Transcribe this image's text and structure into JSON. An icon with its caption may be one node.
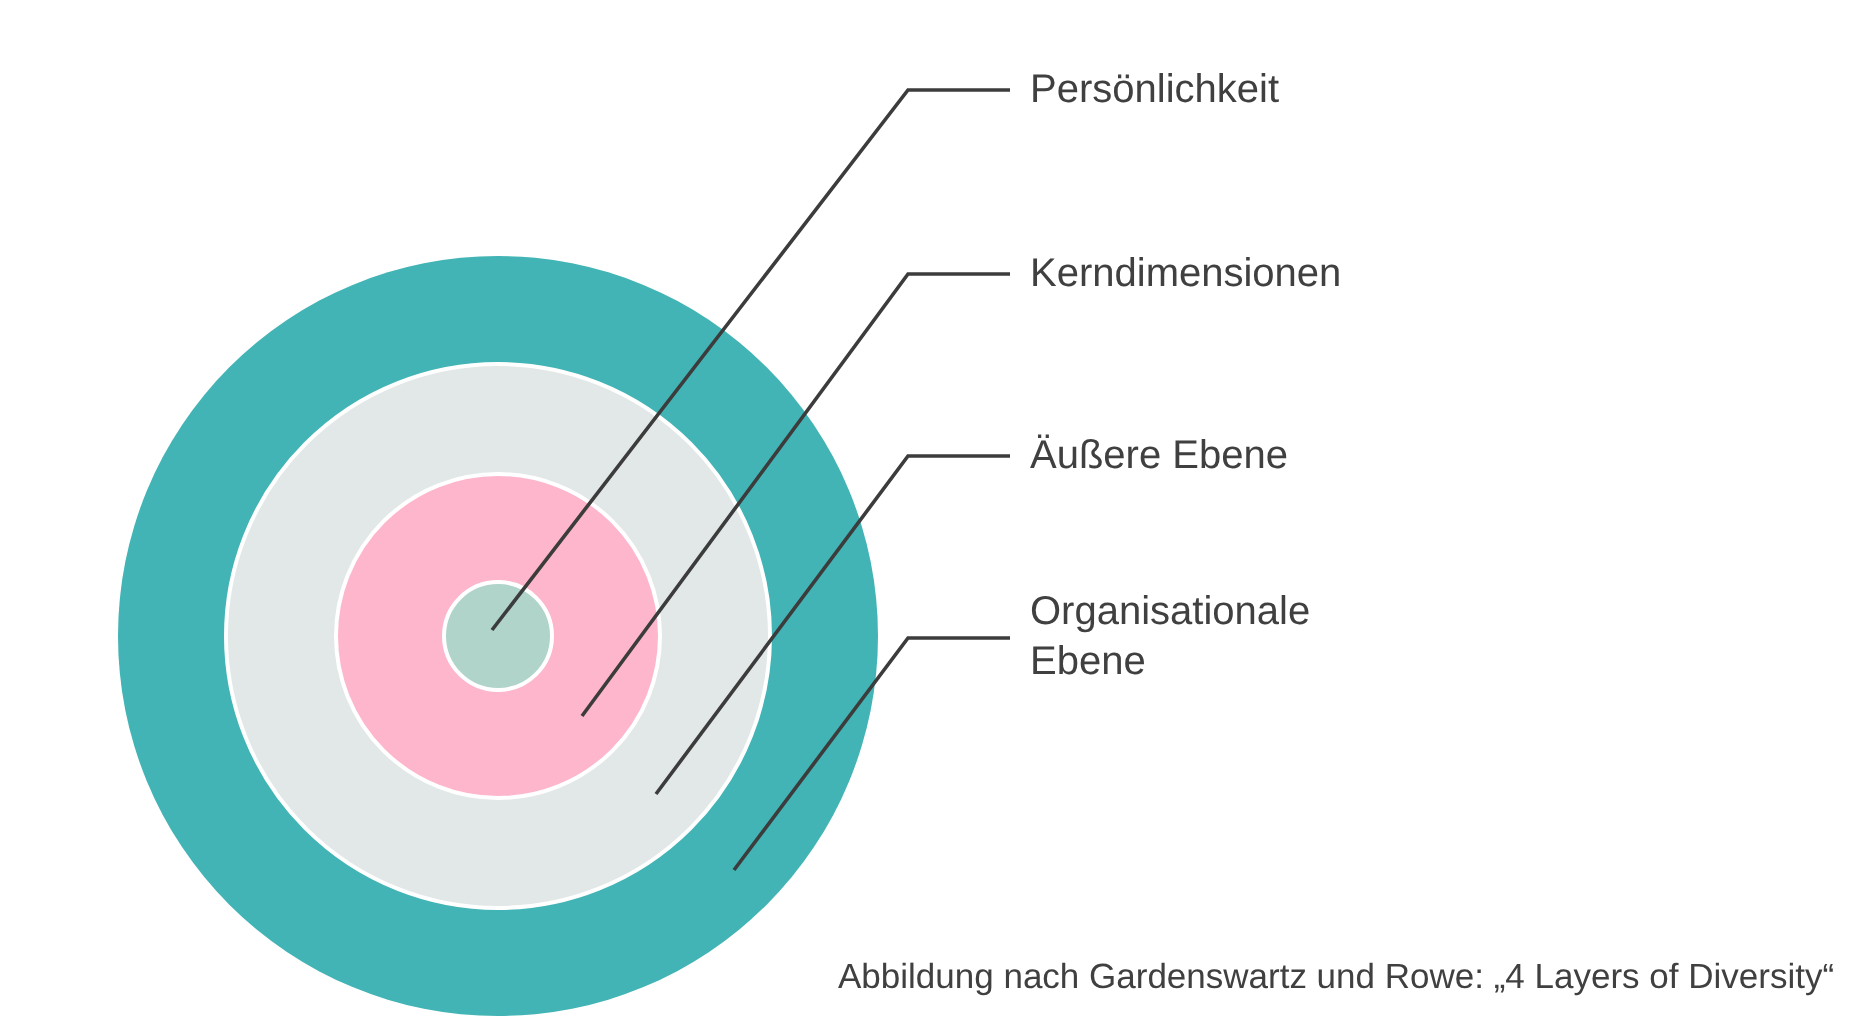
{
  "diagram": {
    "caption": "Abbildung nach Gardenswartz und Rowe: „4 Layers of Diversity“",
    "nodes": [
      {
        "text": [],
        "shape": "circle"
      },
      {
        "text": [],
        "shape": "circle",
        "in": 0
      },
      {
        "text": [],
        "shape": "circle",
        "in": 1
      },
      {
        "text": [],
        "shape": "circle",
        "in": 2
      },
      {
        "text": [
          "Persönlichkeit"
        ]
      },
      {
        "text": [
          "Kerndimensionen"
        ]
      },
      {
        "text": [
          "Äußere Ebene"
        ]
      },
      {
        "text": [
          "Organisationale Ebene"
        ]
      }
    ],
    "edges": [
      {
        "from": 4,
        "to": 3,
        "arrow": "none"
      },
      {
        "from": 5,
        "to": 2,
        "arrow": "none"
      },
      {
        "from": 6,
        "to": 1,
        "arrow": "none"
      },
      {
        "from": 7,
        "to": 0,
        "arrow": "none"
      }
    ]
  }
}
